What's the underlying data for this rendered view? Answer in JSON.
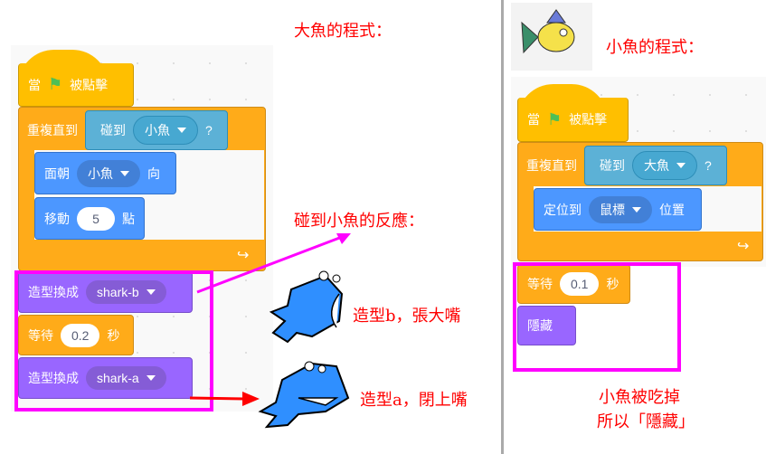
{
  "big_fish": {
    "title": "大魚的程式：",
    "hat": {
      "pre": "當",
      "post": "被點擊"
    },
    "repeat": {
      "label": "重複直到",
      "sensor": "碰到",
      "target": "小魚",
      "q": "?"
    },
    "face": {
      "label": "面朝",
      "target": "小魚",
      "post": "向"
    },
    "move": {
      "label": "移動",
      "value": "5",
      "post": "點"
    },
    "costume_b": {
      "label": "造型換成",
      "value": "shark-b"
    },
    "wait": {
      "label": "等待",
      "value": "0.2",
      "post": "秒"
    },
    "costume_a": {
      "label": "造型換成",
      "value": "shark-a"
    }
  },
  "small_fish": {
    "title": "小魚的程式：",
    "hat": {
      "pre": "當",
      "post": "被點擊"
    },
    "repeat": {
      "label": "重複直到",
      "sensor": "碰到",
      "target": "大魚",
      "q": "?"
    },
    "goto": {
      "label": "定位到",
      "target": "鼠標",
      "post": "位置"
    },
    "wait": {
      "label": "等待",
      "value": "0.1",
      "post": "秒"
    },
    "hide": {
      "label": "隱藏"
    }
  },
  "notes": {
    "touch": "碰到小魚的反應：",
    "costume_b": "造型b，張大嘴",
    "costume_a": "造型a，閉上嘴",
    "eaten1": "小魚被吃掉",
    "eaten2": "所以「隱藏」"
  },
  "colors": {
    "annotation": "#ff0000",
    "highlight": "#ff00ff"
  }
}
